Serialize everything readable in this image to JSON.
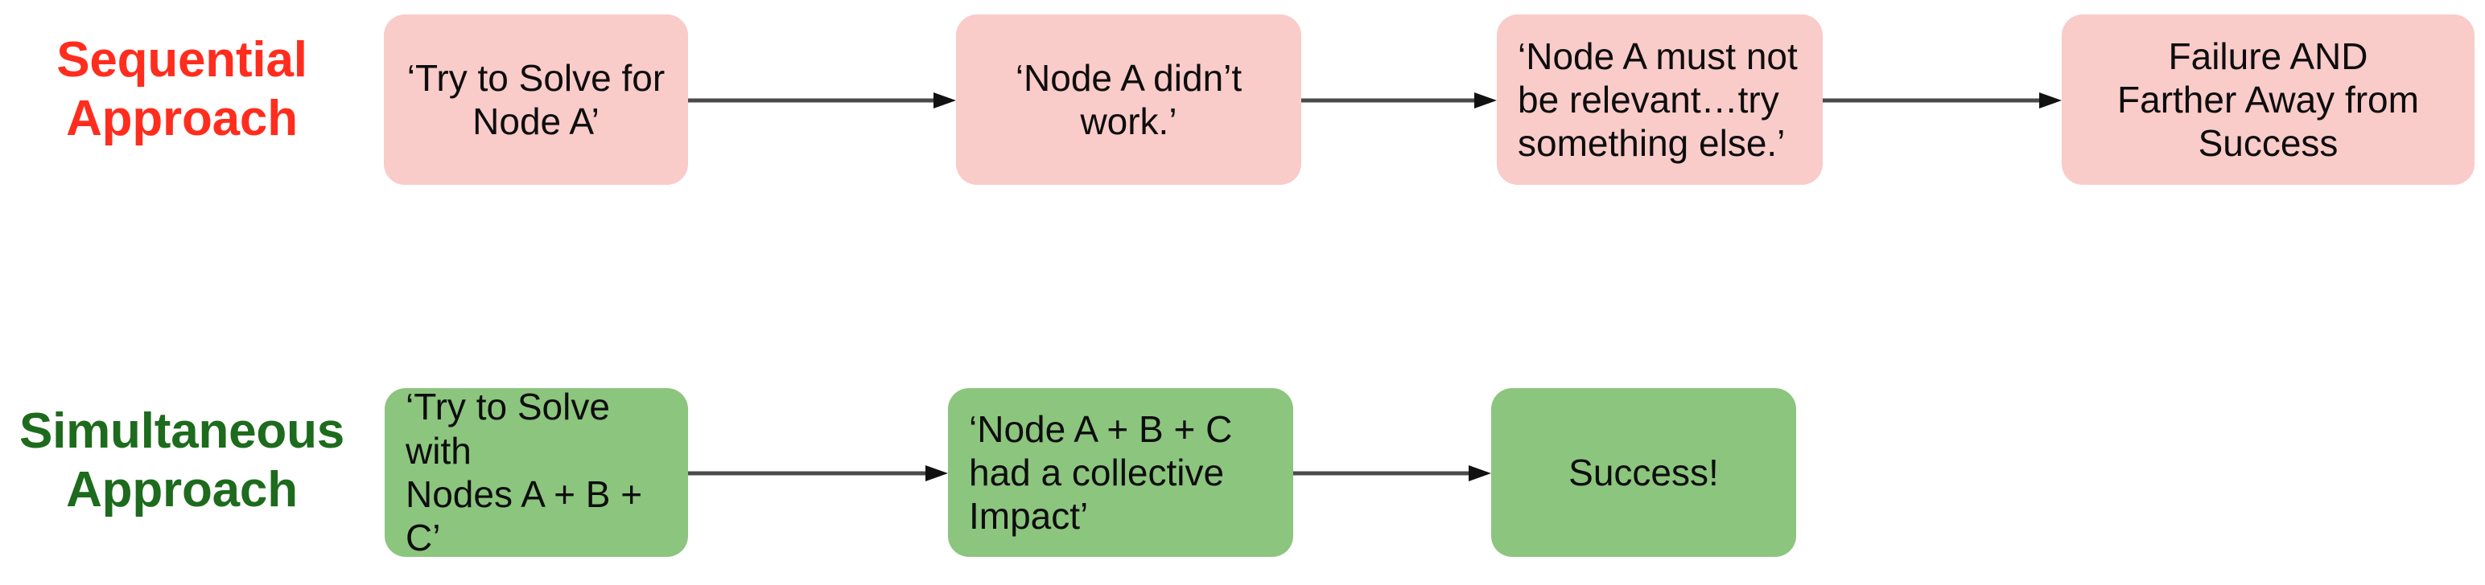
{
  "diagram": {
    "title_note": "Sequential vs Simultaneous problem-solving approach flow",
    "background_color": "#ffffff",
    "rows": [
      {
        "label": "Sequential\nApproach",
        "label_color": "#FF2D1E",
        "box_fill": "#F9CBC9",
        "arrow_color": "#4a4a4a",
        "boxes": [
          {
            "text": "‘Try to Solve for\nNode A’",
            "align": "center"
          },
          {
            "text": "‘Node A didn’t\nwork.’",
            "align": "center"
          },
          {
            "text": "‘Node A must not\nbe relevant…try\nsomething else.’",
            "align": "left"
          },
          {
            "text": "Failure AND\nFarther Away from\nSuccess",
            "align": "center"
          }
        ],
        "arrows": [
          {
            "from": "box-1",
            "to": "box-2"
          },
          {
            "from": "box-2",
            "to": "box-3"
          },
          {
            "from": "box-3",
            "to": "box-4"
          }
        ]
      },
      {
        "label": "Simultaneous\nApproach",
        "label_color": "#1D6B1D",
        "box_fill": "#8CC57E",
        "arrow_color": "#4a4a4a",
        "boxes": [
          {
            "text": "‘Try to Solve with\nNodes A + B + C’",
            "align": "left"
          },
          {
            "text": "‘Node A + B + C\nhad a collective\nImpact’",
            "align": "left"
          },
          {
            "text": "Success!",
            "align": "center"
          }
        ],
        "arrows": [
          {
            "from": "box-1",
            "to": "box-2"
          },
          {
            "from": "box-2",
            "to": "box-3"
          }
        ]
      }
    ]
  }
}
